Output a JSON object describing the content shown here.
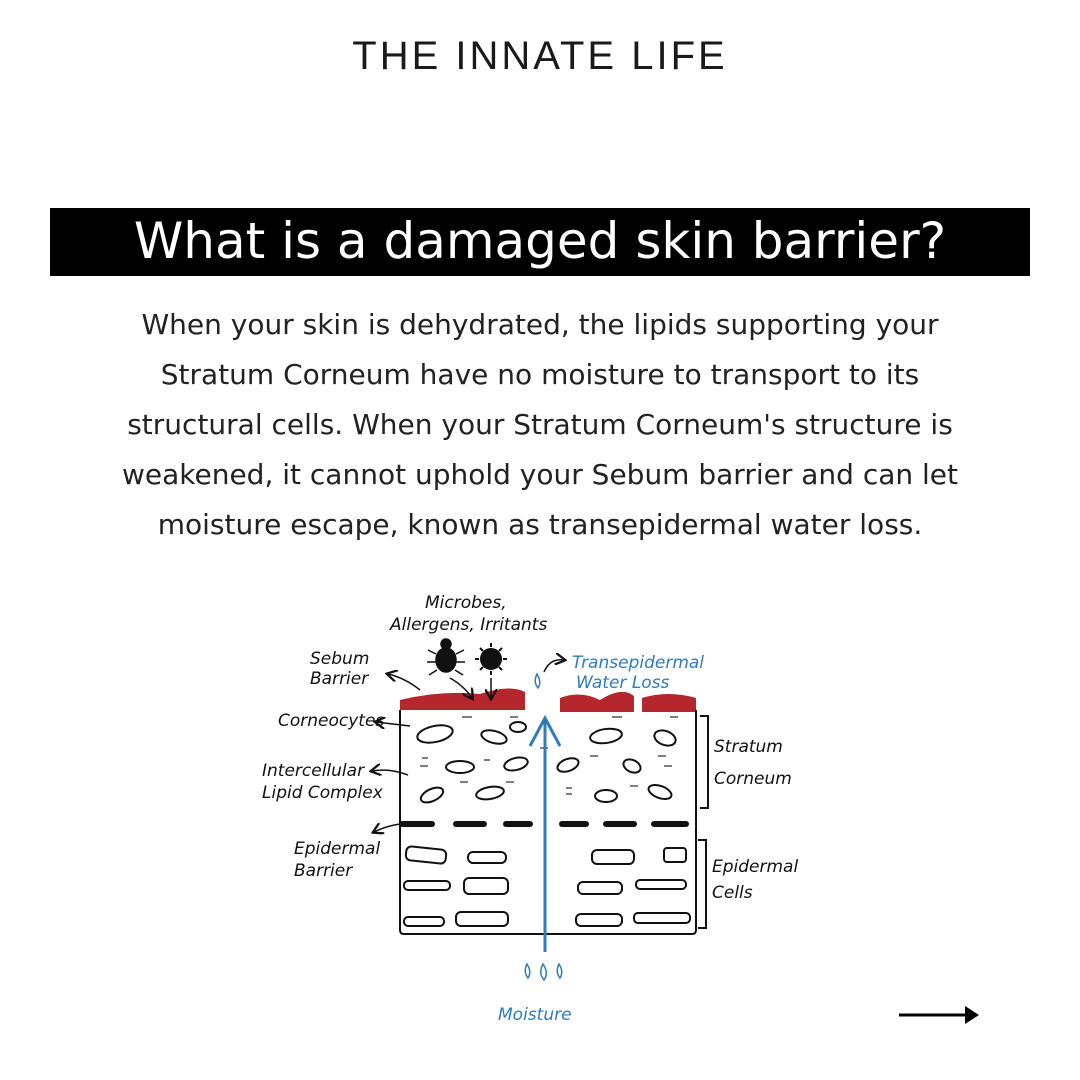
{
  "brand": "THE INNATE LIFE",
  "headline": "What is a damaged skin barrier?",
  "body_lines": [
    "When your skin is dehydrated, the lipids supporting your",
    "Stratum Corneum have no moisture to transport to its",
    "structural cells. When your Stratum Corneum's structure is",
    "weakened, it cannot uphold your Sebum barrier and can let",
    "moisture escape, known as transepidermal water loss."
  ],
  "diagram": {
    "microbes_line1": "Microbes,",
    "microbes_line2": "Allergens, Irritants",
    "sebum_line1": "Sebum",
    "sebum_line2": "Barrier",
    "tewl_line1": "Transepidermal",
    "tewl_line2": "Water Loss",
    "corneocytes": "Corneocytes",
    "lipid_line1": "Intercellular",
    "lipid_line2": "Lipid Complex",
    "epidermal_barrier_line1": "Epidermal",
    "epidermal_barrier_line2": "Barrier",
    "stratum_line1": "Stratum",
    "stratum_line2": "Corneum",
    "epidermal_cells_line1": "Epidermal",
    "epidermal_cells_line2": "Cells",
    "moisture": "Moisture"
  },
  "colors": {
    "sebum_red": "#b5262d",
    "moisture_blue": "#2f7bbd",
    "ink": "#111111"
  },
  "icons": {
    "microbe": "bug-icon",
    "next": "arrow-right-icon"
  }
}
